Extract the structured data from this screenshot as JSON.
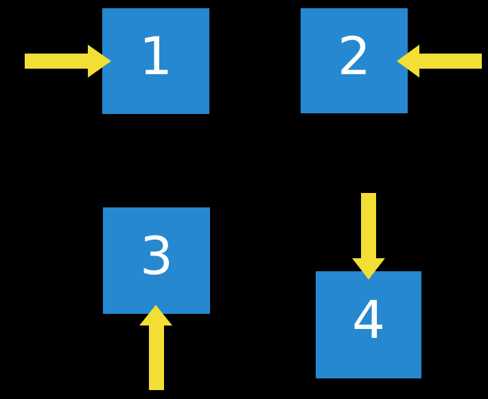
{
  "boxes": [
    {
      "label": "1",
      "arrow_direction": "right"
    },
    {
      "label": "2",
      "arrow_direction": "left"
    },
    {
      "label": "3",
      "arrow_direction": "up"
    },
    {
      "label": "4",
      "arrow_direction": "down"
    }
  ],
  "colors": {
    "background": "#000000",
    "box_blue": "#2688D0",
    "arrow_yellow": "#F2DE35",
    "label_white": "#FFFFFF"
  }
}
